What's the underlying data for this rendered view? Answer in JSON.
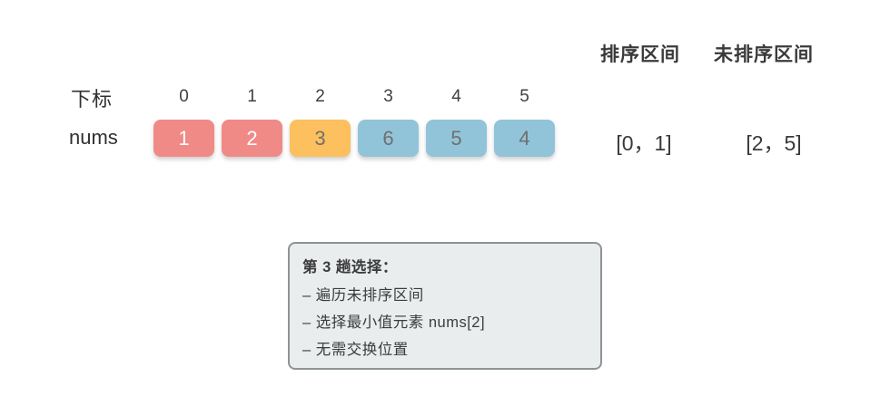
{
  "array_section": {
    "index_label": "下标",
    "nums_label": "nums",
    "indices": [
      "0",
      "1",
      "2",
      "3",
      "4",
      "5"
    ],
    "cells": [
      {
        "value": "1",
        "state": "sorted"
      },
      {
        "value": "2",
        "state": "sorted"
      },
      {
        "value": "3",
        "state": "selected"
      },
      {
        "value": "6",
        "state": "unsorted"
      },
      {
        "value": "5",
        "state": "unsorted"
      },
      {
        "value": "4",
        "state": "unsorted"
      }
    ]
  },
  "intervals": {
    "sorted": {
      "header": "排序区间",
      "value": "[0，1]"
    },
    "unsorted": {
      "header": "未排序区间",
      "value": "[2，5]"
    }
  },
  "note_box": {
    "title": "第 3 趟选择：",
    "items": [
      "– 遍历未排序区间",
      "– 选择最小值元素 nums[2]",
      "– 无需交换位置"
    ]
  },
  "colors": {
    "sorted_cell": "#f08a87",
    "selected_cell": "#fcc05e",
    "unsorted_cell": "#92c4d9",
    "cell_text": "#6f6f6f",
    "sorted_cell_text": "#ffffff",
    "main_text": "#3a3a3a",
    "note_background": "#e9edee",
    "note_border": "#8d9397"
  }
}
